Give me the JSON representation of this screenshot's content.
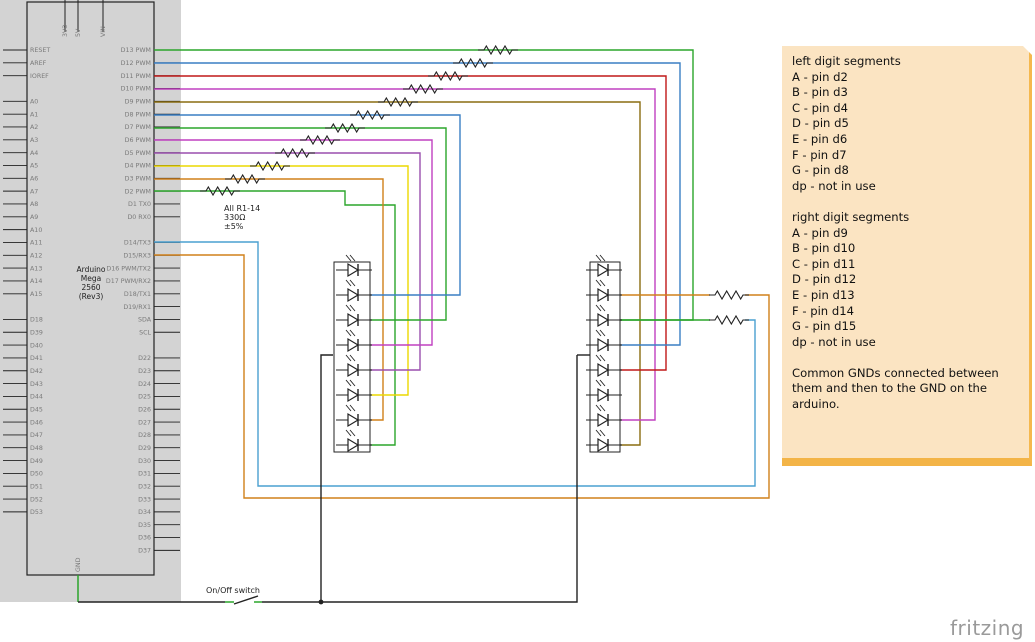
{
  "board": {
    "name_lines": [
      "Arduino",
      "Mega",
      "2560",
      "(Rev3)"
    ],
    "top_pins": [
      "3V3",
      "5V",
      "VIN"
    ],
    "bottom_pin": "GND",
    "left_pins": [
      "RESET",
      "AREF",
      "IOREF",
      "",
      "A0",
      "A1",
      "A2",
      "A3",
      "A4",
      "A5",
      "A6",
      "A7",
      "A8",
      "A9",
      "A10",
      "A11",
      "A12",
      "A13",
      "A14",
      "A15",
      "",
      "D18",
      "D39",
      "D40",
      "D41",
      "D42",
      "D43",
      "D44",
      "D45",
      "D46",
      "D47",
      "D48",
      "D49",
      "D50",
      "D51",
      "D52",
      "D53"
    ],
    "right_pins": [
      "D13 PWM",
      "D12 PWM",
      "D11 PWM",
      "D10 PWM",
      "D9 PWM",
      "D8 PWM",
      "D7 PWM",
      "D6 PWM",
      "D5 PWM",
      "D4 PWM",
      "D3 PWM",
      "D2 PWM",
      "D1 TX0",
      "D0 RX0",
      "",
      "D14/TX3",
      "D15/RX3",
      "D16 PWM/TX2",
      "D17 PWM/RX2",
      "D18/TX1",
      "D19/RX1",
      "SDA",
      "SCL",
      "",
      "D22",
      "D23",
      "D24",
      "D25",
      "D26",
      "D27",
      "D28",
      "D29",
      "D30",
      "D31",
      "D32",
      "D33",
      "D34",
      "D35",
      "D36",
      "D37"
    ]
  },
  "resistor_label": [
    "All R1-14",
    "330Ω",
    "±5%"
  ],
  "switch_label": "On/Off switch",
  "note": {
    "left_title": "left digit segments",
    "left_items": [
      "A - pin d2",
      "B - pin d3",
      "C - pin d4",
      "D - pin d5",
      "E - pin d6",
      "F - pin d7",
      "G - pin d8",
      "dp - not in use"
    ],
    "right_title": "right digit segments",
    "right_items": [
      "A - pin d9",
      "B - pin d10",
      "C - pin d11",
      "D - pin d12",
      "E - pin d13",
      "F - pin d14",
      "G - pin d15",
      "dp - not in use"
    ],
    "footer": "Common GNDs connected between them and then to the GND on the arduino."
  },
  "brand": "fritzing",
  "colors": {
    "board_fill": "#d3d3d3",
    "green": "#2ba52b",
    "blue": "#3a7fc4",
    "red": "#c01818",
    "magenta": "#c040c0",
    "olive": "#8a6d10",
    "yellow": "#ecd800",
    "orange": "#d0801a",
    "purple": "#9a4fae",
    "cyan": "#4aa0d0",
    "note_fill": "#fbe4c2",
    "note_accent": "#f3b447"
  }
}
